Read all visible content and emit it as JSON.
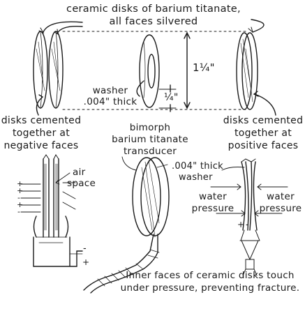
{
  "labels": {
    "top_title_line1": "ceramic disks of barium titanate,",
    "top_title_line2": "all faces silvered",
    "height_dim": "1¼\"",
    "washer_line1": "washer",
    "washer_line2": ".004\" thick",
    "small_dim": "¼\"",
    "neg_line1": "disks cemented",
    "neg_line2": "together at",
    "neg_line3": "negative faces",
    "pos_line1": "disks cemented",
    "pos_line2": "together at",
    "pos_line3": "positive faces",
    "bimorph_line1": "bimorph",
    "bimorph_line2": "barium titanate",
    "bimorph_line3": "transducer",
    "air_line1": "air",
    "air_line2": "space",
    "thick_washer_line1": ".004\" thick",
    "thick_washer_line2": "washer",
    "water_left_line1": "water",
    "water_left_line2": "pressure",
    "water_right_line1": "water",
    "water_right_line2": "pressure",
    "bottom_line1": "Inner faces of ceramic disks touch",
    "bottom_line2": "under pressure, preventing fracture.",
    "plus_minus_left": [
      "+",
      "+",
      "-",
      "+",
      "-"
    ],
    "plus": "+",
    "minus": "-"
  }
}
